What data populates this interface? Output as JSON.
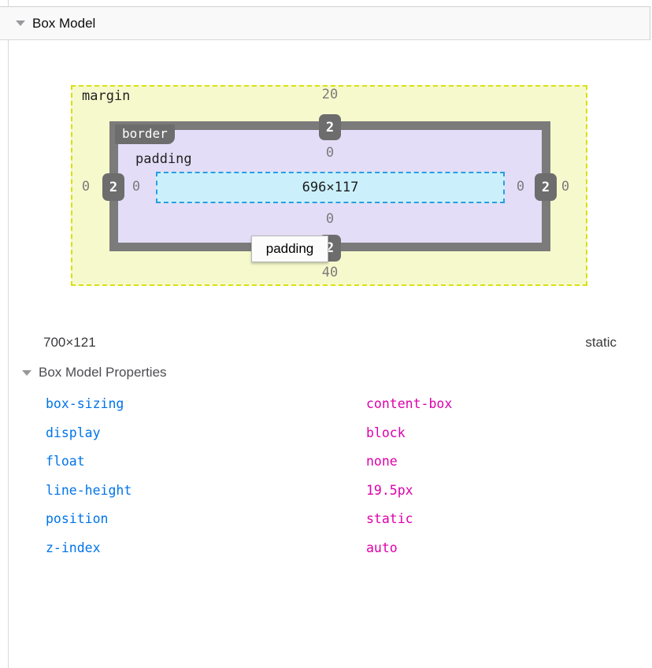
{
  "header": {
    "title": "Box Model"
  },
  "diagram": {
    "margin_label": "margin",
    "border_label": "border",
    "padding_label": "padding",
    "content_size": "696×117",
    "values": {
      "margin_top": "20",
      "margin_bottom": "40",
      "margin_left": "0",
      "margin_right": "0",
      "border_top": "2",
      "border_bottom": "2",
      "border_left": "2",
      "border_right": "2",
      "padding_top": "0",
      "padding_bottom": "0",
      "padding_left": "0",
      "padding_right": "0"
    },
    "tooltip": "padding"
  },
  "summary": {
    "dimensions": "700×121",
    "position": "static"
  },
  "properties_section": {
    "title": "Box Model Properties",
    "properties": [
      {
        "name": "box-sizing",
        "value": "content-box"
      },
      {
        "name": "display",
        "value": "block"
      },
      {
        "name": "float",
        "value": "none"
      },
      {
        "name": "line-height",
        "value": "19.5px"
      },
      {
        "name": "position",
        "value": "static"
      },
      {
        "name": "z-index",
        "value": "auto"
      }
    ]
  },
  "colors": {
    "accent_blue": "#0074e8",
    "accent_magenta": "#dd00a9",
    "margin_fill": "#f6f9cc",
    "margin_dash": "#d7e113",
    "border_fill": "#7b7b7b",
    "badge_bg": "#6d6d6d",
    "padding_fill": "#e4ddf7",
    "content_fill": "#cbf0fb",
    "content_dash": "#2a9de2",
    "value_gray": "#7b7b7b"
  }
}
